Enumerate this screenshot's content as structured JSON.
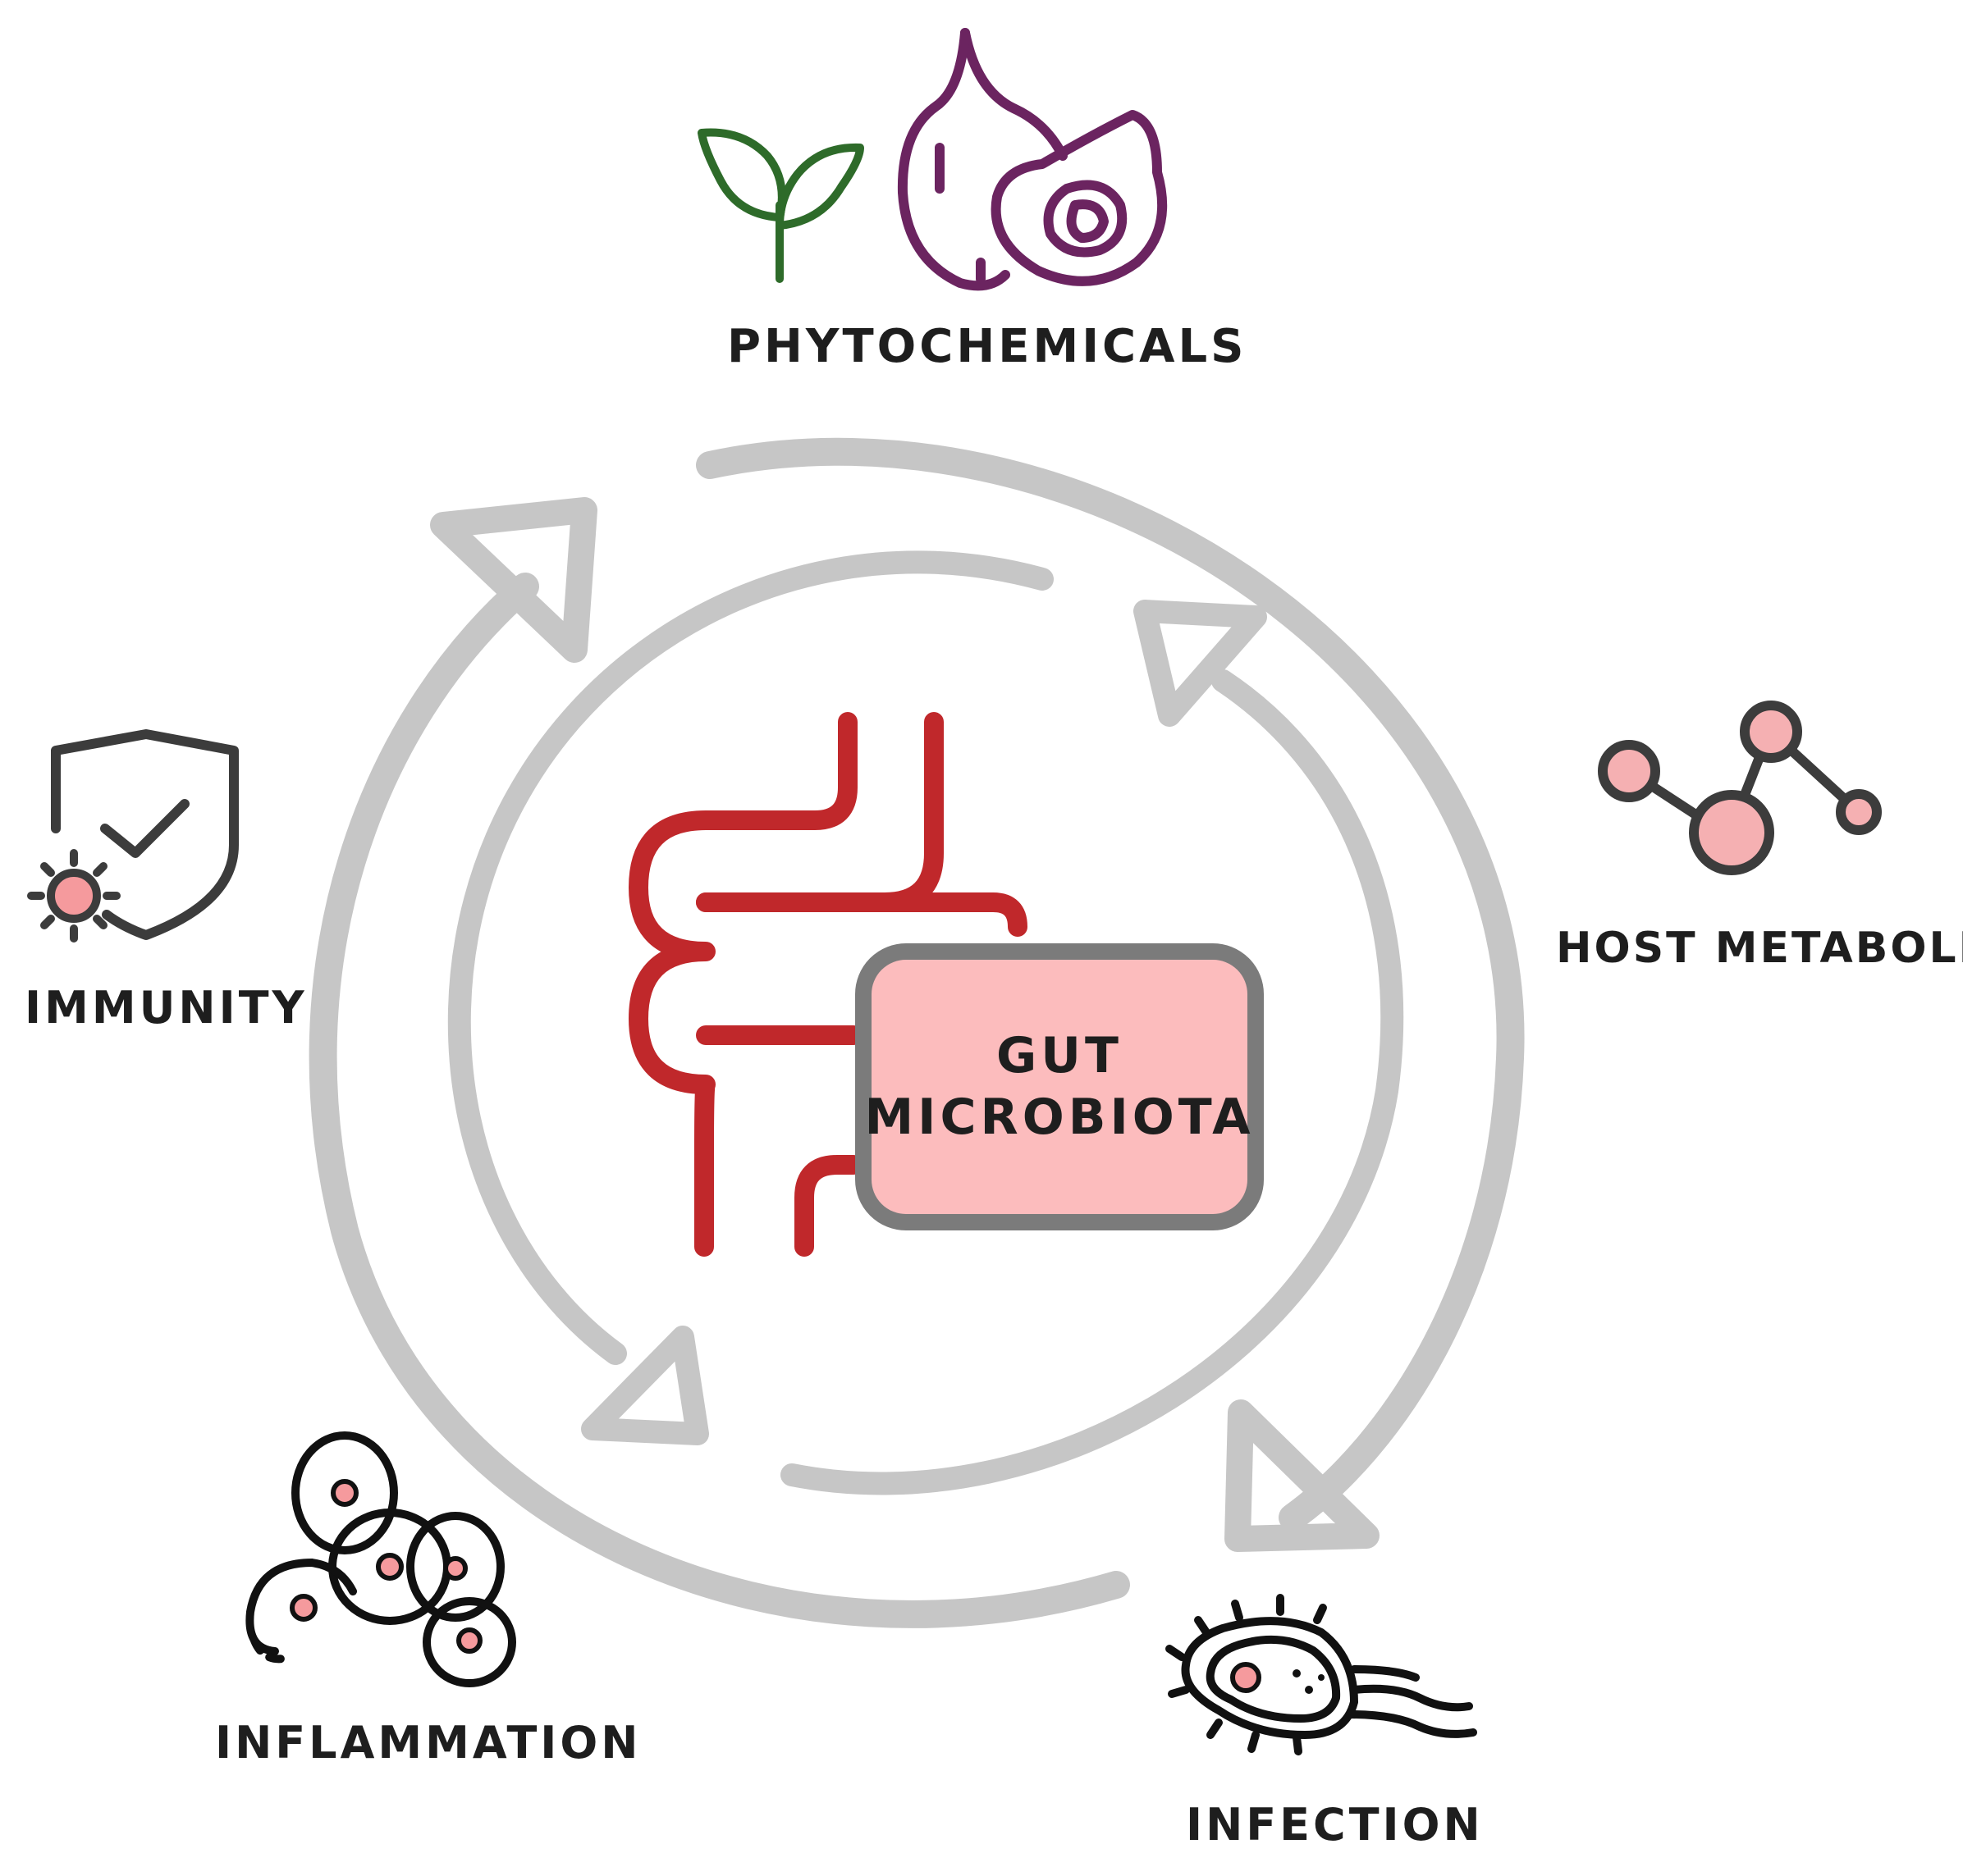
{
  "center": {
    "line1": "GUT",
    "line2": "MICROBIOTA"
  },
  "labels": {
    "phytochemicals": "PHYTOCHEMICALS",
    "immunity": "IMMUNITY",
    "host_metabolism": "HOST METABOLISM",
    "inflammation": "INFLAMMATION",
    "infection": "INFECTION"
  },
  "colors": {
    "arrow": "#c6c6c6",
    "gut": "#c0282b",
    "box_fill": "#fcbcbd",
    "box_border": "#7b7b7b",
    "plant": "#2e6b2a",
    "onion": "#6b2460",
    "icon_dark": "#3c3c3c",
    "accent_pink": "#f59a9d"
  },
  "icons": [
    "sprout-icon",
    "onion-icon",
    "shield-check-icon",
    "virus-icon",
    "molecule-icon",
    "cells-icon",
    "bacterium-icon",
    "intestine-icon"
  ]
}
